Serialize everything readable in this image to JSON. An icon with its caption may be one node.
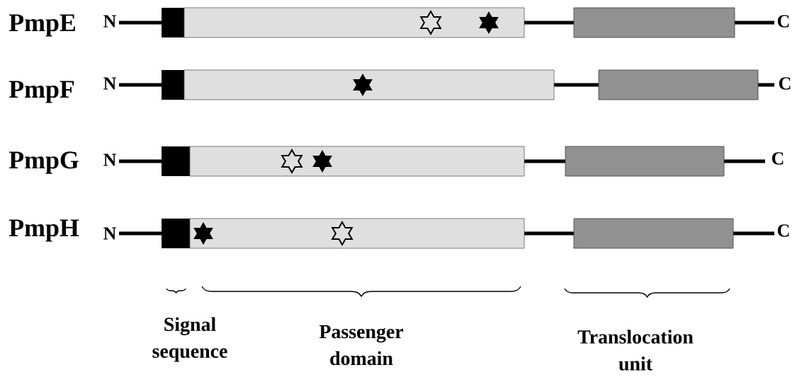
{
  "diagram": {
    "labels": [
      "PmpE",
      "N",
      "C",
      "PmpF",
      "N",
      "C",
      "PmpG",
      "N",
      "C",
      "PmpH",
      "N",
      "C",
      "Signal sequence",
      "Passenger domain",
      "Translocation unit"
    ]
  }
}
